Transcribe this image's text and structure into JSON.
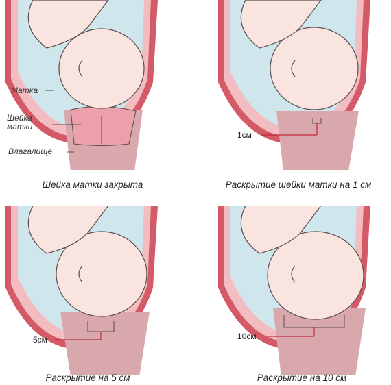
{
  "colors": {
    "uterus_wall": "#d35a66",
    "uterus_fill": "#f2bcc0",
    "amniotic": "#cfe7ec",
    "skin": "#fae4e0",
    "outline": "#5a4a4a",
    "vagina": "#d9a8ac",
    "cervix": "#eba0ab",
    "marker_line": "#c22b3b"
  },
  "panels": [
    {
      "caption": "Шейка матки закрыта",
      "labels": {
        "uterus": "Матка",
        "cervix": "Шейка\nматки",
        "vagina": "Влагалище"
      },
      "dilation_label": ""
    },
    {
      "caption": "Раскрытие шейки матки на 1 см",
      "dilation_label": "1см"
    },
    {
      "caption": "Раскрытие на 5 см",
      "dilation_label": "5см"
    },
    {
      "caption": "Раскрытие на 10 см",
      "dilation_label": "10см"
    }
  ]
}
